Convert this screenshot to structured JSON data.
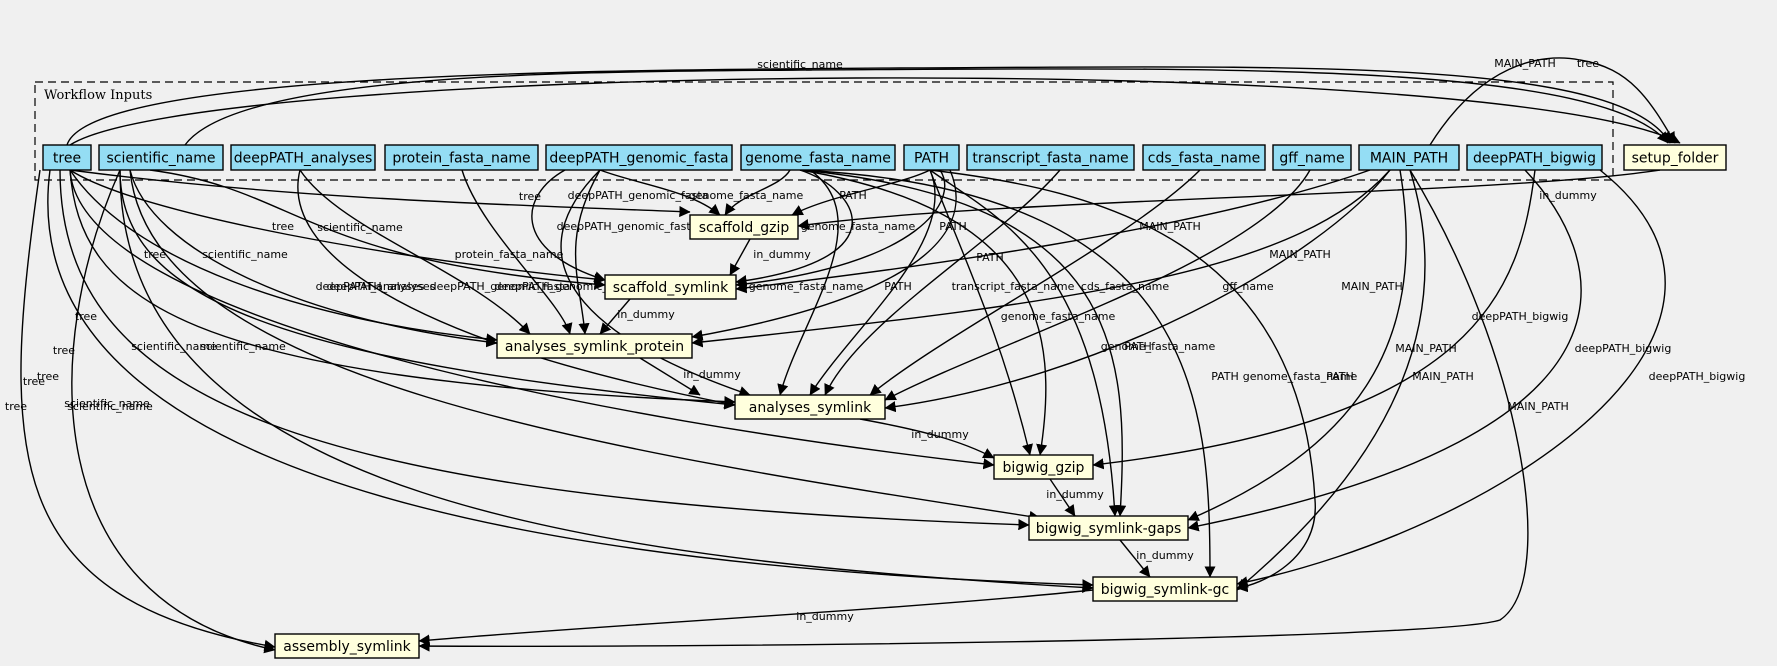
{
  "diagram": {
    "cluster_title": "Workflow Inputs",
    "nodes": {
      "tree": {
        "label": "tree",
        "kind": "input"
      },
      "scientific_name": {
        "label": "scientific_name",
        "kind": "input"
      },
      "deepPATH_analyses": {
        "label": "deepPATH_analyses",
        "kind": "input"
      },
      "protein_fasta_name": {
        "label": "protein_fasta_name",
        "kind": "input"
      },
      "deepPATH_genomic_fasta": {
        "label": "deepPATH_genomic_fasta",
        "kind": "input"
      },
      "genome_fasta_name": {
        "label": "genome_fasta_name",
        "kind": "input"
      },
      "PATH": {
        "label": "PATH",
        "kind": "input"
      },
      "transcript_fasta_name": {
        "label": "transcript_fasta_name",
        "kind": "input"
      },
      "cds_fasta_name": {
        "label": "cds_fasta_name",
        "kind": "input"
      },
      "gff_name": {
        "label": "gff_name",
        "kind": "input"
      },
      "MAIN_PATH": {
        "label": "MAIN_PATH",
        "kind": "input"
      },
      "deepPATH_bigwig": {
        "label": "deepPATH_bigwig",
        "kind": "input"
      },
      "setup_folder": {
        "label": "setup_folder",
        "kind": "step"
      },
      "scaffold_gzip": {
        "label": "scaffold_gzip",
        "kind": "step"
      },
      "scaffold_symlink": {
        "label": "scaffold_symlink",
        "kind": "step"
      },
      "analyses_symlink_protein": {
        "label": "analyses_symlink_protein",
        "kind": "step"
      },
      "analyses_symlink": {
        "label": "analyses_symlink",
        "kind": "step"
      },
      "bigwig_gzip": {
        "label": "bigwig_gzip",
        "kind": "step"
      },
      "bigwig_symlink_gaps": {
        "label": "bigwig_symlink-gaps",
        "kind": "step"
      },
      "bigwig_symlink_gc": {
        "label": "bigwig_symlink-gc",
        "kind": "step"
      },
      "assembly_symlink": {
        "label": "assembly_symlink",
        "kind": "step"
      }
    },
    "edges": [
      {
        "from": "scientific_name",
        "to": "setup_folder",
        "label": "scientific_name"
      },
      {
        "from": "tree",
        "to": "setup_folder",
        "label": ""
      },
      {
        "from": "MAIN_PATH",
        "to": "setup_folder",
        "label": "MAIN_PATH"
      },
      {
        "from": "tree",
        "to": "setup_folder",
        "label": "tree"
      },
      {
        "from": "tree",
        "to": "scaffold_gzip",
        "label": "tree"
      },
      {
        "from": "deepPATH_genomic_fasta",
        "to": "scaffold_gzip",
        "label": "deepPATH_genomic_fasta"
      },
      {
        "from": "genome_fasta_name",
        "to": "scaffold_gzip",
        "label": "genome_fasta_name"
      },
      {
        "from": "PATH",
        "to": "scaffold_gzip",
        "label": "PATH"
      },
      {
        "from": "setup_folder",
        "to": "scaffold_gzip",
        "label": "in_dummy"
      },
      {
        "from": "tree",
        "to": "scaffold_symlink",
        "label": "tree"
      },
      {
        "from": "scientific_name",
        "to": "scaffold_symlink",
        "label": "scientific_name"
      },
      {
        "from": "deepPATH_genomic_fasta",
        "to": "scaffold_symlink",
        "label": "deepPATH_genomic_fasta"
      },
      {
        "from": "genome_fasta_name",
        "to": "scaffold_symlink",
        "label": "genome_fasta_name"
      },
      {
        "from": "PATH",
        "to": "scaffold_symlink",
        "label": "PATH"
      },
      {
        "from": "MAIN_PATH",
        "to": "scaffold_symlink",
        "label": "MAIN_PATH"
      },
      {
        "from": "scaffold_gzip",
        "to": "scaffold_symlink",
        "label": "in_dummy"
      },
      {
        "from": "tree",
        "to": "analyses_symlink_protein",
        "label": "tree"
      },
      {
        "from": "scientific_name",
        "to": "analyses_symlink_protein",
        "label": "scientific_name"
      },
      {
        "from": "deepPATH_analyses",
        "to": "analyses_symlink_protein",
        "label": "deepPATH_analyses"
      },
      {
        "from": "protein_fasta_name",
        "to": "analyses_symlink_protein",
        "label": "protein_fasta_name"
      },
      {
        "from": "deepPATH_genomic_fasta",
        "to": "analyses_symlink_protein",
        "label": "deepPATH_genomic_fasta"
      },
      {
        "from": "PATH",
        "to": "analyses_symlink_protein",
        "label": "PATH"
      },
      {
        "from": "MAIN_PATH",
        "to": "analyses_symlink_protein",
        "label": "MAIN_PATH"
      },
      {
        "from": "scaffold_symlink",
        "to": "analyses_symlink_protein",
        "label": "in_dummy"
      },
      {
        "from": "tree",
        "to": "analyses_symlink",
        "label": "tree"
      },
      {
        "from": "scientific_name",
        "to": "analyses_symlink",
        "label": "scientific_name"
      },
      {
        "from": "deepPATH_analyses",
        "to": "analyses_symlink",
        "label": "deepPATH_analyses"
      },
      {
        "from": "deepPATH_genomic_fasta",
        "to": "analyses_symlink",
        "label": "deepPATH_genomic_fasta"
      },
      {
        "from": "genome_fasta_name",
        "to": "analyses_symlink",
        "label": "genome_fasta_name"
      },
      {
        "from": "PATH",
        "to": "analyses_symlink",
        "label": "PATH"
      },
      {
        "from": "transcript_fasta_name",
        "to": "analyses_symlink",
        "label": "transcript_fasta_name"
      },
      {
        "from": "cds_fasta_name",
        "to": "analyses_symlink",
        "label": "cds_fasta_name"
      },
      {
        "from": "gff_name",
        "to": "analyses_symlink",
        "label": "gff_name"
      },
      {
        "from": "MAIN_PATH",
        "to": "analyses_symlink",
        "label": "MAIN_PATH"
      },
      {
        "from": "analyses_symlink_protein",
        "to": "analyses_symlink",
        "label": "in_dummy"
      },
      {
        "from": "tree",
        "to": "bigwig_gzip",
        "label": "tree"
      },
      {
        "from": "genome_fasta_name",
        "to": "bigwig_gzip",
        "label": "genome_fasta_name"
      },
      {
        "from": "PATH",
        "to": "bigwig_gzip",
        "label": "PATH"
      },
      {
        "from": "deepPATH_bigwig",
        "to": "bigwig_gzip",
        "label": "deepPATH_bigwig"
      },
      {
        "from": "analyses_symlink",
        "to": "bigwig_gzip",
        "label": "in_dummy"
      },
      {
        "from": "tree",
        "to": "bigwig_symlink_gaps",
        "label": "tree"
      },
      {
        "from": "scientific_name",
        "to": "bigwig_symlink_gaps",
        "label": "scientific_name"
      },
      {
        "from": "genome_fasta_name",
        "to": "bigwig_symlink_gaps",
        "label": "genome_fasta_name"
      },
      {
        "from": "PATH",
        "to": "bigwig_symlink_gaps",
        "label": "PATH"
      },
      {
        "from": "MAIN_PATH",
        "to": "bigwig_symlink_gaps",
        "label": "MAIN_PATH"
      },
      {
        "from": "deepPATH_bigwig",
        "to": "bigwig_symlink_gaps",
        "label": "deepPATH_bigwig"
      },
      {
        "from": "bigwig_gzip",
        "to": "bigwig_symlink_gaps",
        "label": "in_dummy"
      },
      {
        "from": "tree",
        "to": "bigwig_symlink_gc",
        "label": "tree"
      },
      {
        "from": "scientific_name",
        "to": "bigwig_symlink_gc",
        "label": "scientific_name"
      },
      {
        "from": "genome_fasta_name",
        "to": "bigwig_symlink_gc",
        "label": "genome_fasta_name"
      },
      {
        "from": "PATH",
        "to": "bigwig_symlink_gc",
        "label": "PATH"
      },
      {
        "from": "MAIN_PATH",
        "to": "bigwig_symlink_gc",
        "label": "MAIN_PATH"
      },
      {
        "from": "deepPATH_bigwig",
        "to": "bigwig_symlink_gc",
        "label": "deepPATH_bigwig"
      },
      {
        "from": "bigwig_symlink_gaps",
        "to": "bigwig_symlink_gc",
        "label": "in_dummy"
      },
      {
        "from": "tree",
        "to": "assembly_symlink",
        "label": "tree"
      },
      {
        "from": "scientific_name",
        "to": "assembly_symlink",
        "label": "scientific_name"
      },
      {
        "from": "MAIN_PATH",
        "to": "assembly_symlink",
        "label": "MAIN_PATH"
      },
      {
        "from": "bigwig_symlink_gc",
        "to": "assembly_symlink",
        "label": "in_dummy"
      }
    ],
    "colors": {
      "input_fill": "#94ddf4",
      "step_fill": "#ffffdd",
      "stroke": "#000000",
      "background": "#f0f0f0"
    }
  }
}
